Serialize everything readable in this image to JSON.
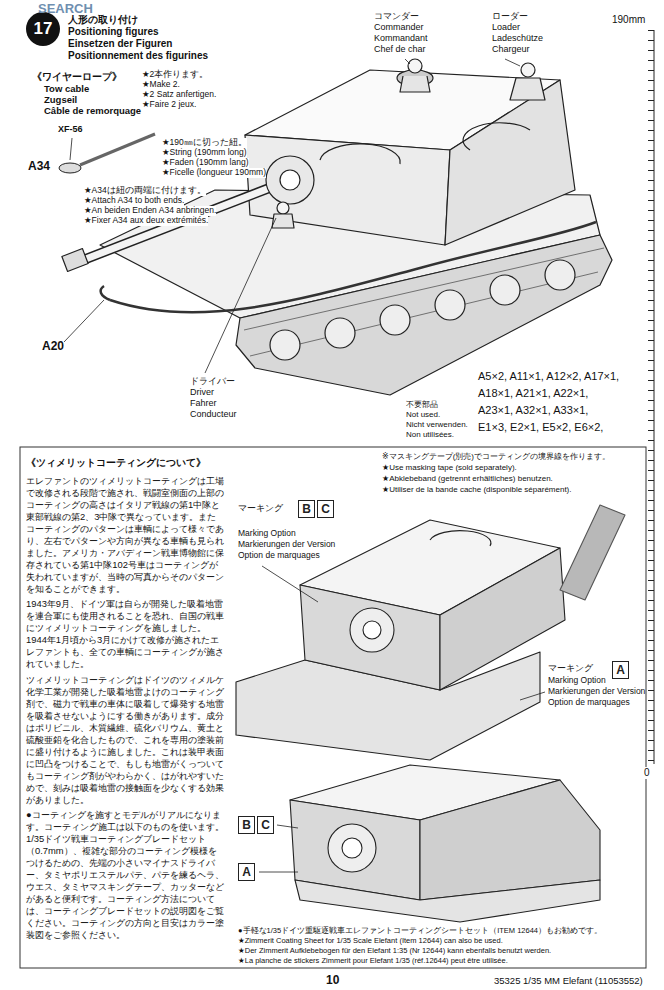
{
  "diagram": {
    "nodes": [
      {
        "text": [
          "17"
        ]
      },
      {
        "text": [
          "B"
        ]
      },
      {
        "text": [
          "C"
        ]
      },
      {
        "text": [
          "A"
        ]
      },
      {
        "text": [
          "B"
        ]
      },
      {
        "text": [
          "C"
        ]
      },
      {
        "text": [
          "A"
        ]
      }
    ],
    "labels": [
      "SEARCH",
      "190mm",
      "人形の取り付け",
      "Positioning figures",
      "Einsetzen der Figuren",
      "Positionnement des figurines",
      "コマンダー",
      "Commander",
      "Kommandant",
      "Chef de char",
      "ローダー",
      "Loader",
      "Ladeschütze",
      "Chargeur",
      "《ワイヤーロープ》",
      "Tow cable",
      "Zugseil",
      "Câble de remorquage",
      "★2本作ります。",
      "★Make 2.",
      "★2 Satz anfertigen.",
      "★Faire 2 jeux.",
      "XF-56",
      "★190㎜に切った紐。",
      "★String (190mm long)",
      "★Faden (190mm lang)",
      "★Ficelle (longueur 190mm)",
      "A34",
      "★A34は紐の両端に付けます。",
      "★Attach A34 to both ends.",
      "★An beiden Enden A34 anbringen.",
      "★Fixer A34 aux deux extrémités.",
      "A20",
      "ドライバー",
      "Driver",
      "Fahrer",
      "Conducteur",
      "不要部品",
      "Not used.",
      "Nicht verwenden.",
      "Non utilisées.",
      "A5×2, A11×1, A12×2, A17×1,",
      "A18×1, A21×1, A22×1,",
      "A23×1, A32×1, A33×1,",
      "E1×3, E2×1, E5×2, E6×2,",
      "《ツィメリットコーティングについて》",
      "エレファントのツィメリットコーティングは工場で改修される段階で施され、戦闘室側面の上部のコーティングの高さはイタリア戦線の第1中隊と東部戦線の第2、3中隊で異なっています。またコーティングのパターンは車輌によって様々であり、左右でパターンや方向が異なる車輌も見られました。アメリカ・アバディーン戦車博物館に保存されている第1中隊102号車はコーティングが失われていますが、当時の写真からそのパターンを知ることができます。",
      "1943年9月、ドイツ軍は自らが開発した吸着地雷を連合軍にも使用されることを恐れ、自国の戦車にツィメリットコーティングを施しました。1944年1月頃から3月にかけて改修が施されたエレファントも、全ての車輌にコーティングが施されていました。",
      "ツィメリットコーティングはドイツのツィメルケ化学工業が開発した吸着地雷よけのコーティング剤で、磁力で戦車の車体に吸着して爆発する地雷を吸着させないようにする働きがあります。成分はポリビニル、木質繊維、硫化バリウム、黄土と硫酸亜鉛を化合したもので、これを専用の塗装前に盛り付けるように施しました。これは装甲表面に凹凸をつけることで、もしも地雷がくっついてもコーティング剤がやわらかく、はがれやすいためで、刻みは吸着地雷の接触面を少なくする効果がありました。",
      "●コーティングを施すとモデルがリアルになります。コーティング施工は以下のものを使います。1/35ドイツ戦車コーティングブレードセット（0.7mm）、複雑な部分のコーティング模様をつけるための、先端の小さいマイナスドライバー、タミヤポリエステルパテ、パテを練るヘラ、ウエス、タミヤマスキングテープ、カッターなどがあると便利です。コーティング方法については、コーティングブレードセットの説明図をご覧ください。コーティングの方向と目安はカラー塗装図をご参照ください。",
      "※マスキングテープ(別売)でコーティングの境界線を作ります。",
      "★Use masking tape (sold separately).",
      "★Abklebeband (getrennt erhältliches) benutzen.",
      "★Utiliser de la bande cache (disponible séparément).",
      "マーキング",
      "Marking Option",
      "Markierungen der Version",
      "Option de marquages",
      "マーキング",
      "Marking Option",
      "Markierungen der Version",
      "Option de marquages",
      "●手軽な1/35ドイツ重駆逐戦車エレファントコーティングシートセット（ITEM 12644）もお勧めです。",
      "★Zimmerit Coating Sheet for 1/35 Scale Elefant (Item 12644) can also be used.",
      "★Der Zimmerit Aufklebebogen für den Elefant 1:35 (Nr 12644) kann ebenfalls benutzt werden.",
      "★La planche de stickers Zimmerit pour Elefant 1/35 (réf.12644) peut être utilisée.",
      "10",
      "35325 1/35 MM Elefant (11053552)",
      "0"
    ]
  }
}
